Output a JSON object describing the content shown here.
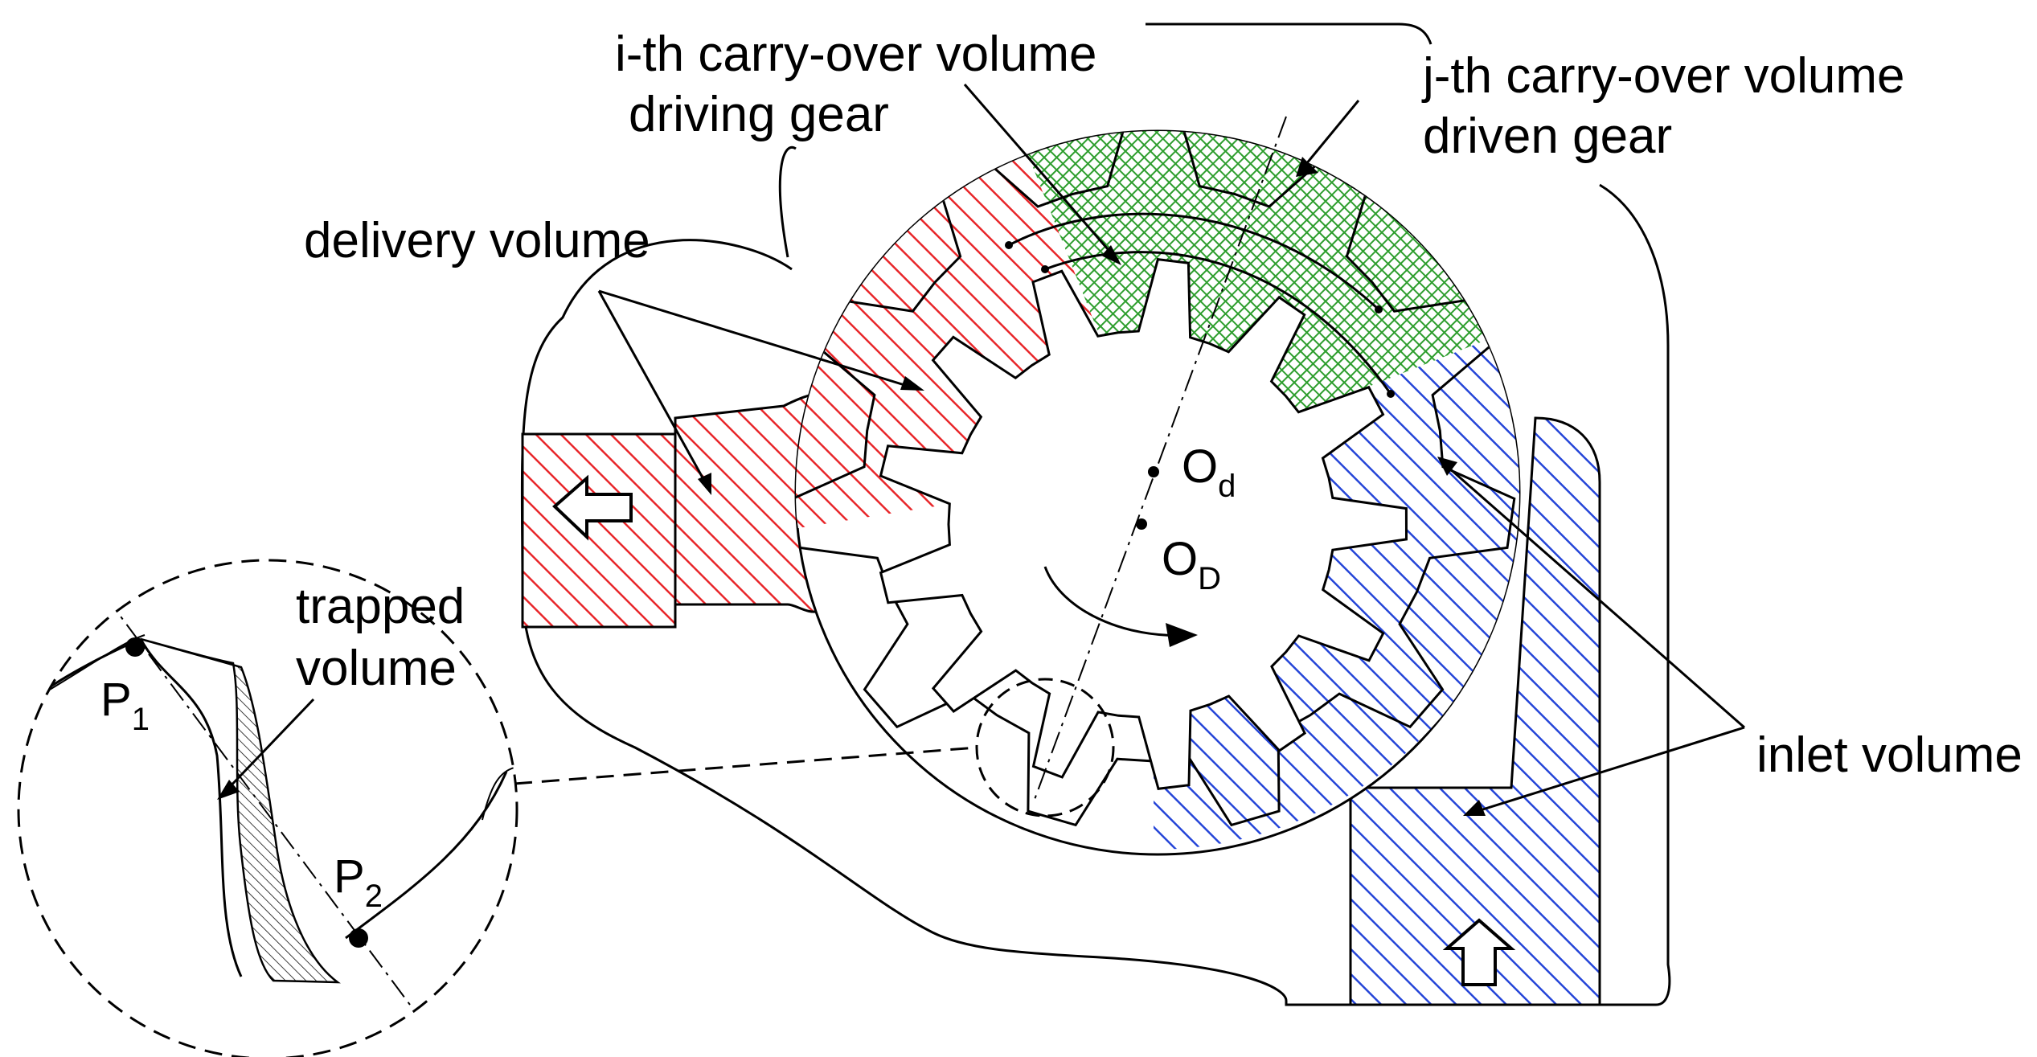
{
  "labels": {
    "i_carry_line1": "i-th carry-over volume",
    "i_carry_line2": "driving gear",
    "j_carry_line1": "j-th carry-over volume",
    "j_carry_line2": "driven gear",
    "delivery": "delivery volume",
    "inlet": "inlet volume",
    "trapped_line1": "trapped",
    "trapped_line2": "volume",
    "center_driven_base": "O",
    "center_driven_sub": "d",
    "center_driving_base": "O",
    "center_driving_sub": "D",
    "point1_base": "P",
    "point1_sub": "1",
    "point2_base": "P",
    "point2_sub": "2"
  },
  "colors": {
    "delivery": "#e8262a",
    "carry_over": "#2e9e2e",
    "inlet": "#2545d8",
    "line": "#000000"
  },
  "gears": {
    "driving_teeth": 13,
    "driven_teeth": 11
  }
}
